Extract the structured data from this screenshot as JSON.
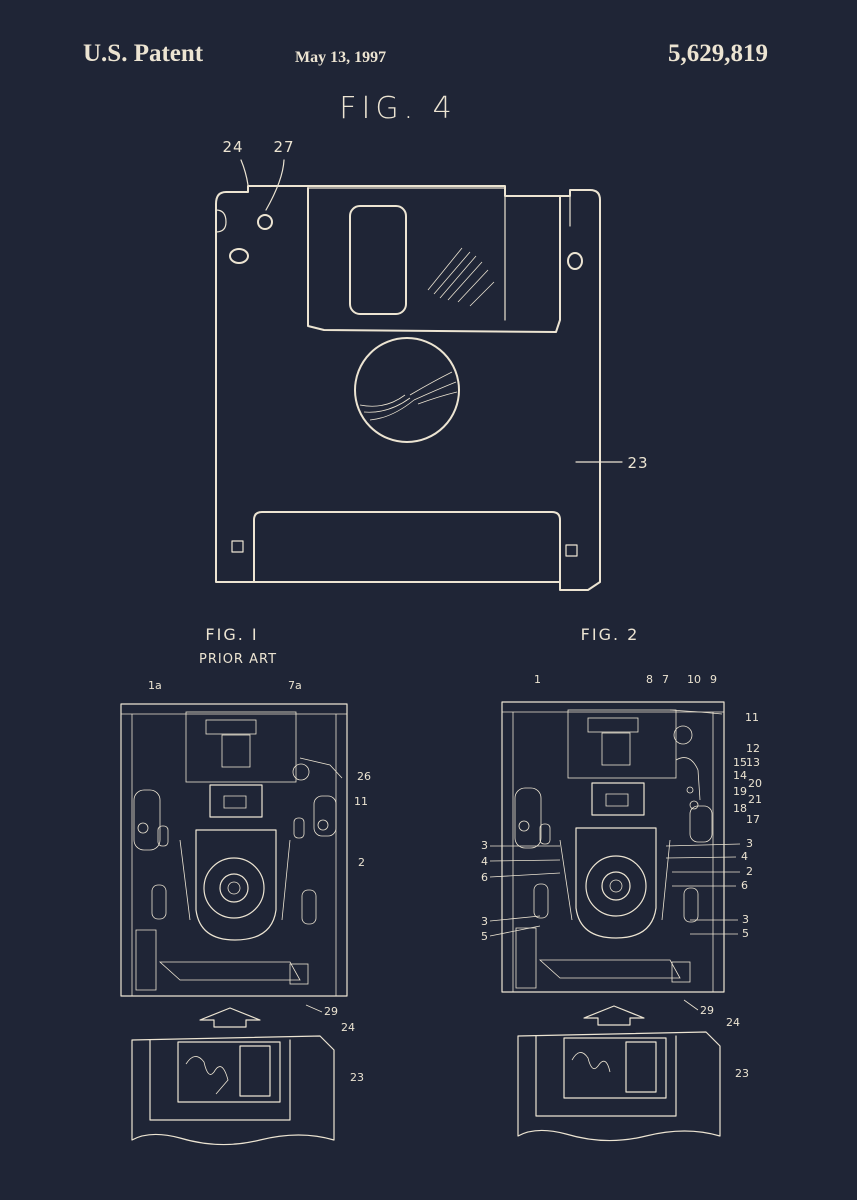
{
  "header": {
    "left": "U.S. Patent",
    "date": "May 13, 1997",
    "number": "5,629,819"
  },
  "fig4": {
    "title": "FIG. 4",
    "labels": {
      "a": "24",
      "b": "27",
      "c": "23"
    }
  },
  "fig1": {
    "title": "FIG. I",
    "subtitle": "PRIOR ART",
    "labels": [
      "1a",
      "7a",
      "26",
      "11",
      "2",
      "29",
      "24",
      "23"
    ]
  },
  "fig2": {
    "title": "FIG. 2",
    "labels_top": [
      "1",
      "8",
      "7",
      "10",
      "9",
      "11"
    ],
    "labels_right": [
      "12",
      "13",
      "15",
      "14",
      "20",
      "19",
      "21",
      "18",
      "17",
      "3",
      "4",
      "2",
      "6",
      "3",
      "5",
      "29",
      "24",
      "23"
    ],
    "labels_left": [
      "3",
      "4",
      "6",
      "3",
      "5"
    ]
  },
  "colors": {
    "background": "#1f2536",
    "ink": "#ece4d2"
  }
}
